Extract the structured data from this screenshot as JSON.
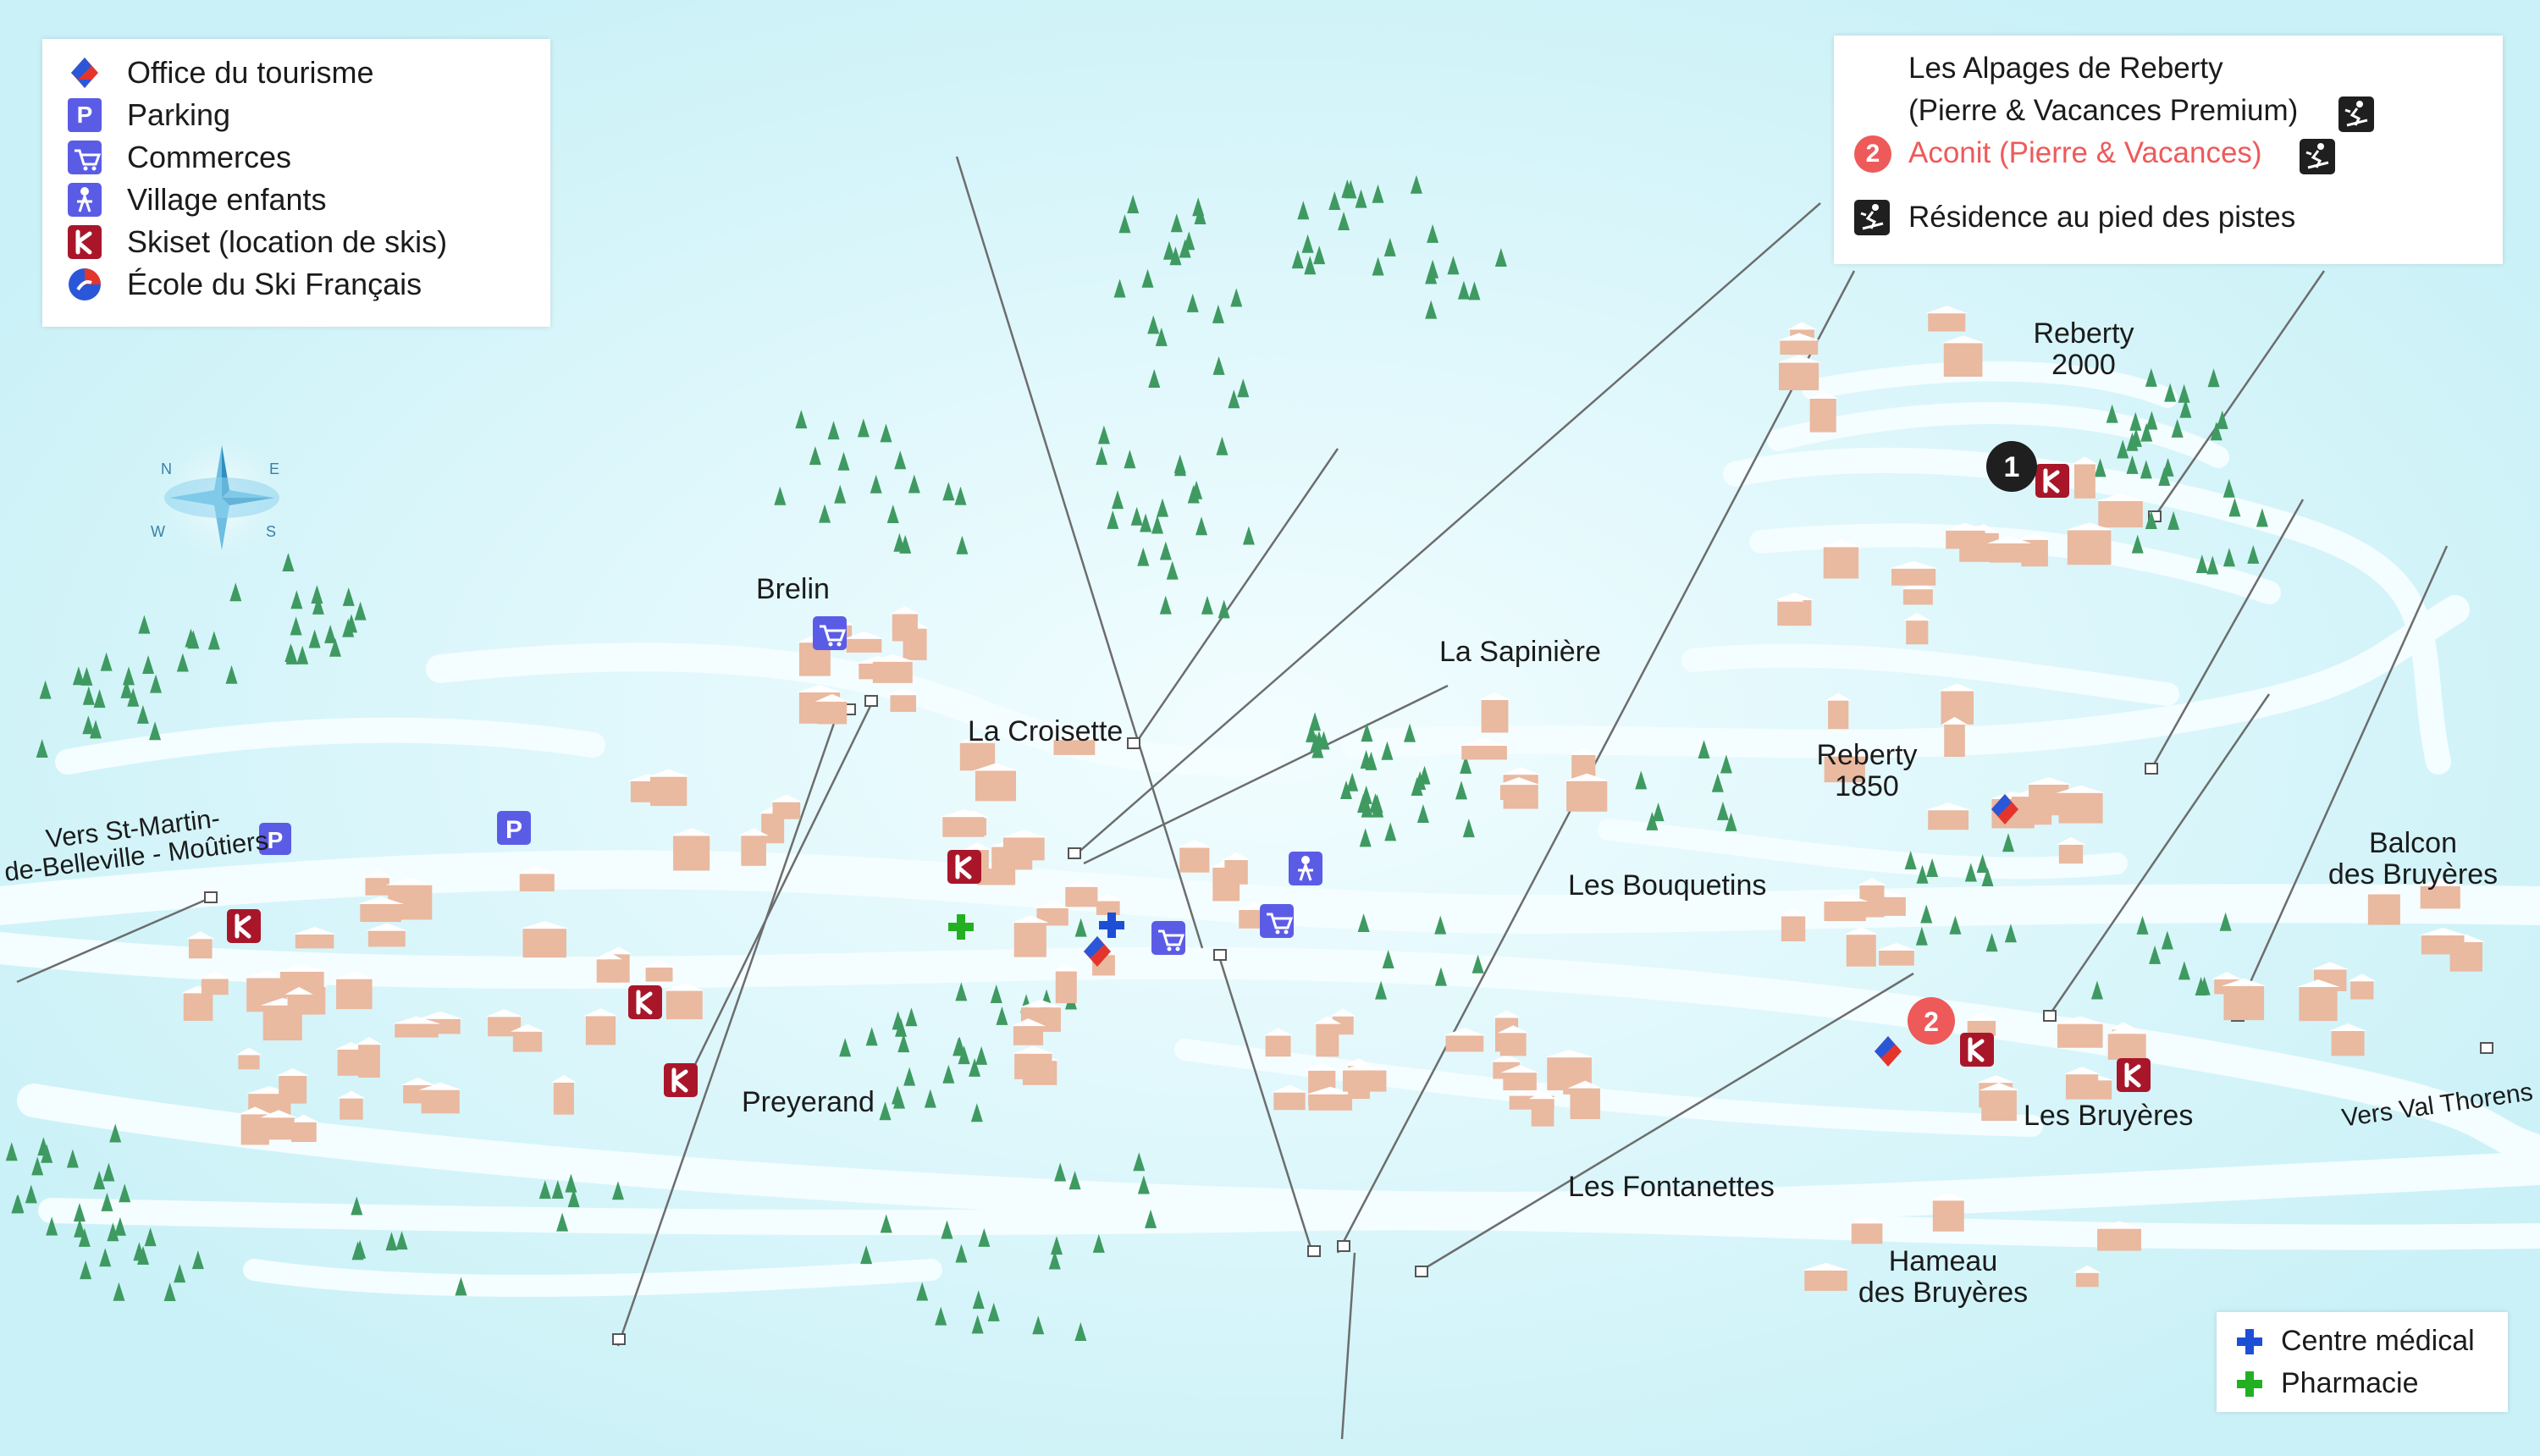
{
  "colors": {
    "background": "#c9f1f7",
    "snow": "#f4fdff",
    "tree": "#3f9a61",
    "lift": "#6d6d6d",
    "parking": "#5b5ce6",
    "skiset": "#a9162a",
    "residence_1": "#1f1f1f",
    "residence_2": "#ee5a5a",
    "medical": "#1d4fd6",
    "pharmacy": "#22b022"
  },
  "compass": {
    "n": "N",
    "e": "E",
    "w": "W",
    "s": "S"
  },
  "legend": {
    "items": [
      {
        "icon": "tourism-office-icon",
        "label": "Office du tourisme"
      },
      {
        "icon": "parking-icon",
        "label": "Parking"
      },
      {
        "icon": "shopping-cart-icon",
        "label": "Commerces"
      },
      {
        "icon": "kids-village-icon",
        "label": "Village enfants"
      },
      {
        "icon": "skiset-icon",
        "label": "Skiset (location de skis)"
      },
      {
        "icon": "esf-icon",
        "label": "École du Ski Français"
      }
    ],
    "parking_letter": "P"
  },
  "residences": {
    "r1_num": "1",
    "r1_line1": "Les Alpages de Reberty",
    "r1_line2": "(Pierre & Vacances Premium)",
    "r2_num": "2",
    "r2_label": "Aconit (Pierre & Vacances)",
    "ski_in_label": "Résidence au pied des pistes"
  },
  "services": {
    "medical_label": "Centre médical",
    "pharmacy_label": "Pharmacie"
  },
  "places": {
    "brelin": "Brelin",
    "la_croisette": "La Croisette",
    "la_sapiniere": "La Sapinière",
    "reberty_2000_l1": "Reberty",
    "reberty_2000_l2": "2000",
    "reberty_1850_l1": "Reberty",
    "reberty_1850_l2": "1850",
    "les_bouquetins": "Les Bouquetins",
    "balcon_l1": "Balcon",
    "balcon_l2": "des Bruyères",
    "preyerand": "Preyerand",
    "les_bruyeres": "Les Bruyères",
    "les_fontanettes": "Les Fontanettes",
    "hameau_l1": "Hameau",
    "hameau_l2": "des Bruyères",
    "vers_val_thorens": "Vers Val Thorens",
    "vers_st_martin_l1": "Vers St-Martin-",
    "vers_st_martin_l2": "de-Belleville - Moûtiers"
  }
}
